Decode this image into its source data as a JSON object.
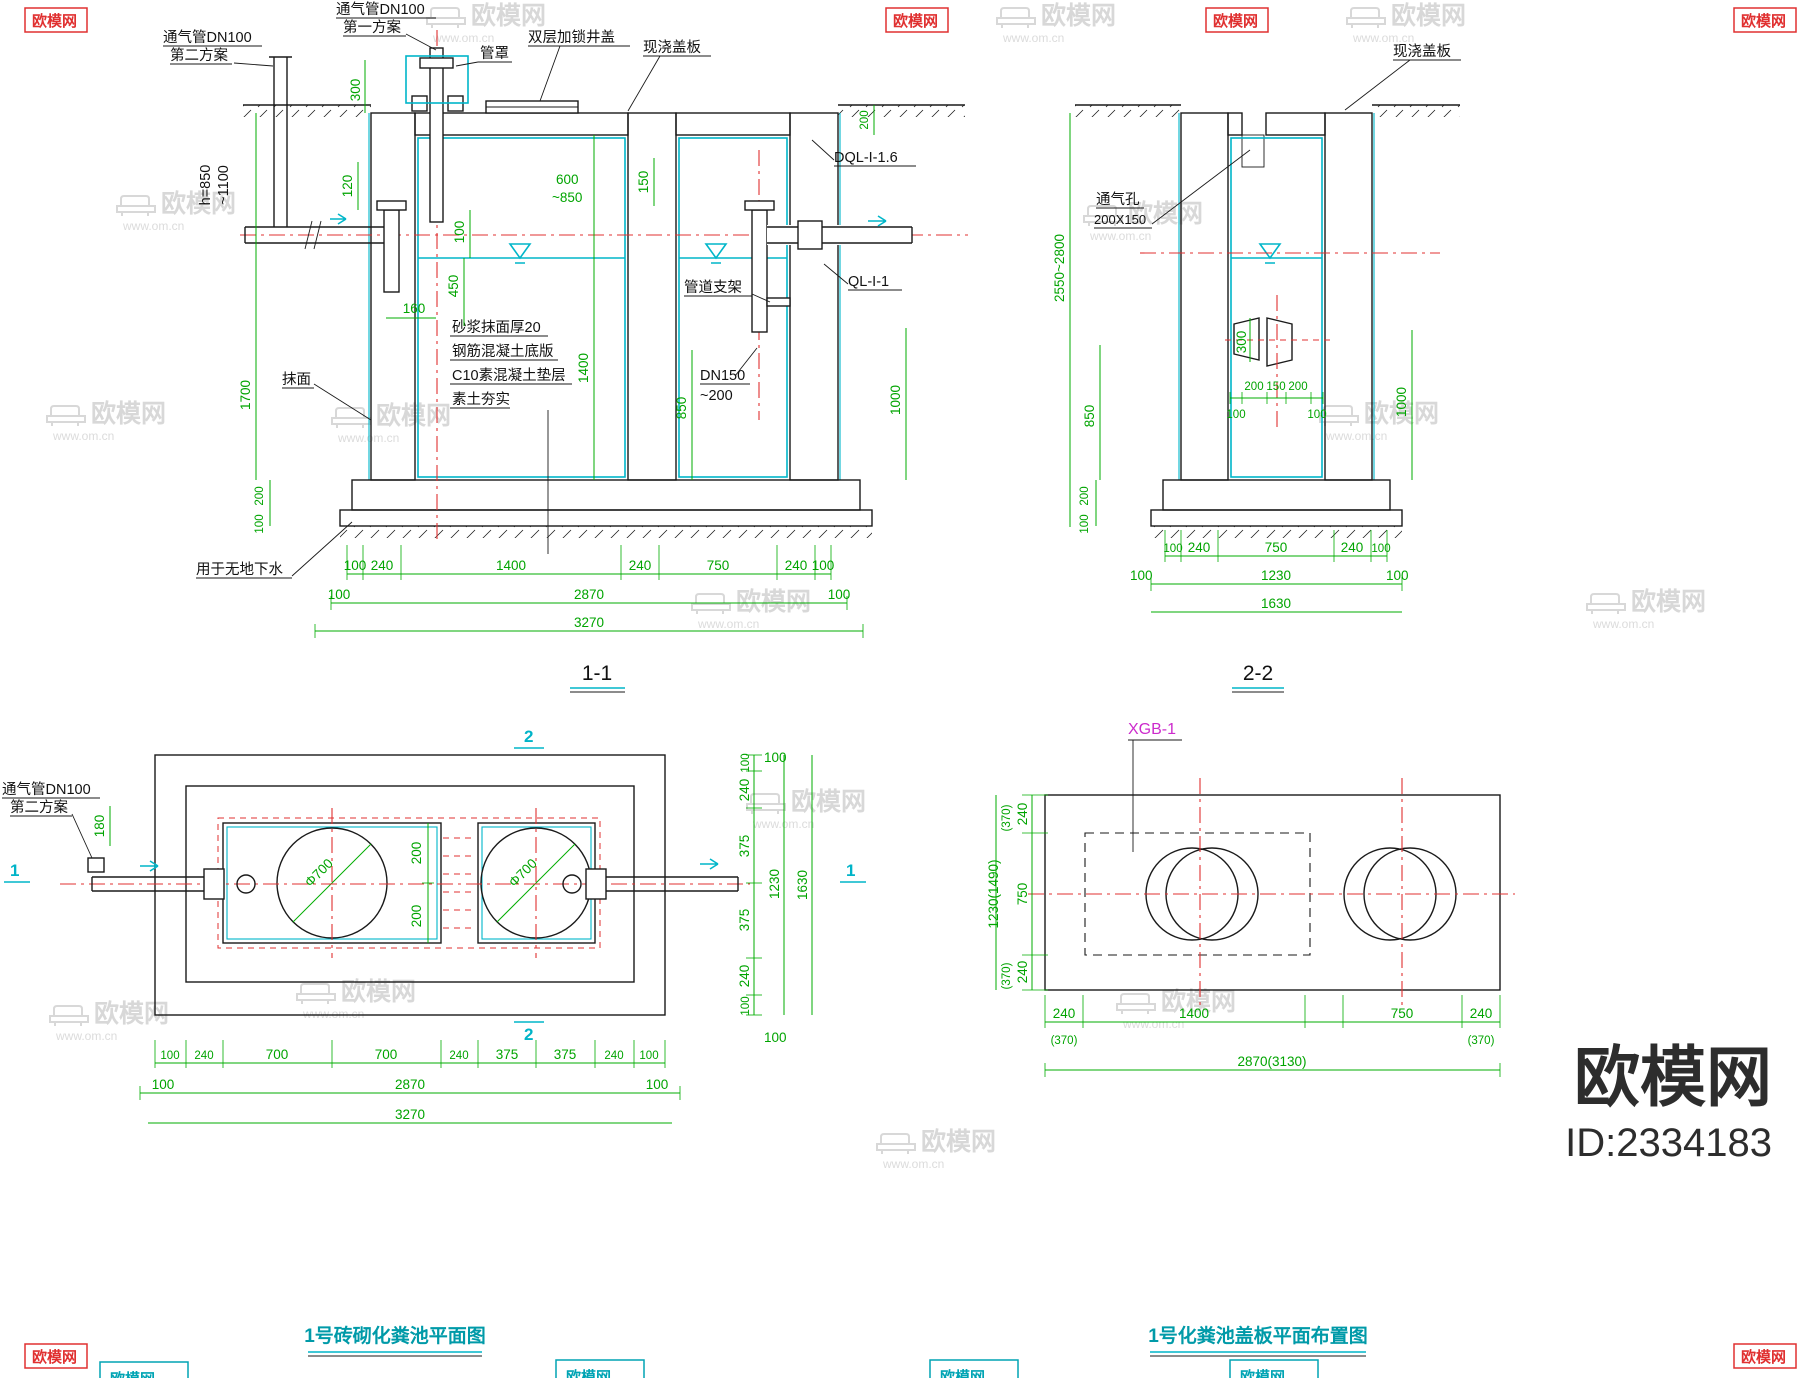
{
  "watermark": {
    "site": "欧模网",
    "url": "www.om.cn"
  },
  "stamps": {
    "label": "欧模网"
  },
  "brand": {
    "site": "欧模网",
    "id": "ID:2334183"
  },
  "s11": {
    "title": "1-1",
    "vent2_line1": "通气管DN100",
    "vent2_line2": "第二方案",
    "vent1_line1": "通气管DN100",
    "vent1_line2": "第一方案",
    "pipe_cap": "管罩",
    "manhole_cover": "双层加锁井盖",
    "cast_slab": "现浇盖板",
    "beam_dql": "DQL-I-1.6",
    "beam_ql": "QL-I-1",
    "pipe_support": "管道支架",
    "outlet_dn": "DN150",
    "outlet_dn2": "~200",
    "spec1": "砂浆抹面厚20",
    "spec2": "钢筋混凝土底版",
    "spec3": "C10素混凝土垫层",
    "spec4": "素土夯实",
    "plaster": "抹面",
    "no_groundwater": "用于无地下水",
    "h_note1": "h=850",
    "h_note2": "~1100",
    "v300": "300",
    "v120": "120",
    "v100": "100",
    "v450": "450",
    "v160": "160",
    "v1700": "1700",
    "v200l": "200",
    "v100l": "100",
    "v600": "600",
    "v850t": "~850",
    "v150": "150",
    "v1400": "1400",
    "v850": "850",
    "v1000": "1000",
    "v200r": "200",
    "row1": [
      "100",
      "240",
      "1400",
      "240",
      "750",
      "240",
      "100"
    ],
    "row2": [
      "100",
      "2870",
      "100"
    ],
    "row3": "3270"
  },
  "s22": {
    "title": "2-2",
    "cast_slab": "现浇盖板",
    "vent_hole1": "通气孔",
    "vent_hole2": "200X150",
    "v_depth": "2550~2800",
    "v850": "850",
    "v200": "200",
    "v100": "100",
    "v300": "300",
    "vmid": [
      "200",
      "150",
      "200"
    ],
    "v100a": "100",
    "v100b": "100",
    "v1000": "1000",
    "row1": [
      "100",
      "240",
      "750",
      "240",
      "100"
    ],
    "row2": [
      "100",
      "1230",
      "100"
    ],
    "row3": "1630"
  },
  "plan": {
    "title": "1号砖砌化粪池平面图",
    "vent_line1": "通气管DN100",
    "vent_line2": "第二方案",
    "v180": "180",
    "phi": "Φ700",
    "v200a": "200",
    "v200b": "200",
    "marker1": "1",
    "marker2": "2",
    "right1": [
      "100",
      "240",
      "375",
      "375",
      "240",
      "100"
    ],
    "v1230": "1230",
    "v1630": "1630",
    "v100t": "100",
    "v100b": "100",
    "row1": [
      "100",
      "240",
      "700",
      "700",
      "240",
      "375",
      "375",
      "240",
      "100"
    ],
    "row2": [
      "100",
      "2870",
      "100"
    ],
    "row3": "3270"
  },
  "cover": {
    "title": "1号化粪池盖板平面布置图",
    "slab_mark": "XGB-1",
    "l240t": "240",
    "l370t": "(370)",
    "l750": "750",
    "l1230": "1230(1490)",
    "l240b": "240",
    "l370b": "(370)",
    "b240l": "240",
    "b370l": "(370)",
    "b1400": "1400",
    "b750": "750",
    "b240r": "240",
    "b370r": "(370)",
    "btotal": "2870(3130)"
  }
}
